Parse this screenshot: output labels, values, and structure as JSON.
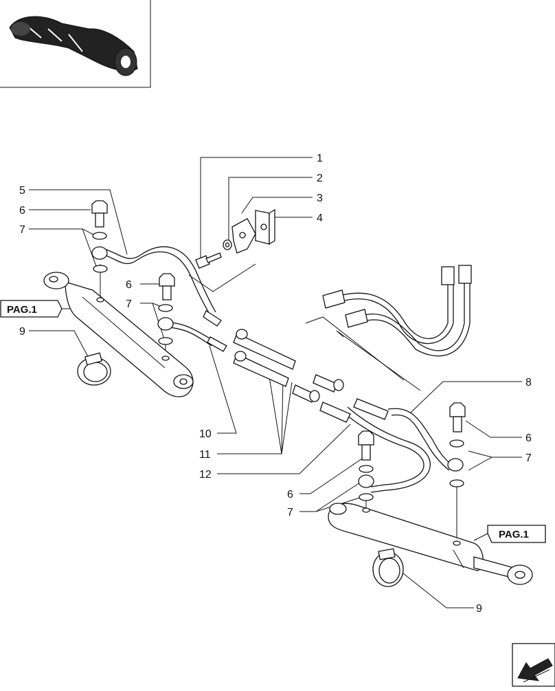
{
  "diagram": {
    "page_refs": [
      {
        "id": "pag-left",
        "label": "PAG.1"
      },
      {
        "id": "pag-right",
        "label": "PAG.1"
      }
    ],
    "callouts": [
      {
        "id": "c1",
        "label": "1"
      },
      {
        "id": "c2",
        "label": "2"
      },
      {
        "id": "c3",
        "label": "3"
      },
      {
        "id": "c4",
        "label": "4"
      },
      {
        "id": "c5",
        "label": "5"
      },
      {
        "id": "c6a",
        "label": "6"
      },
      {
        "id": "c7a",
        "label": "7"
      },
      {
        "id": "c6b",
        "label": "6"
      },
      {
        "id": "c7b",
        "label": "7"
      },
      {
        "id": "c9a",
        "label": "9"
      },
      {
        "id": "c10",
        "label": "10"
      },
      {
        "id": "c11",
        "label": "11"
      },
      {
        "id": "c12",
        "label": "12"
      },
      {
        "id": "c8",
        "label": "8"
      },
      {
        "id": "c6c",
        "label": "6"
      },
      {
        "id": "c7c",
        "label": "7"
      },
      {
        "id": "c6d",
        "label": "6"
      },
      {
        "id": "c7d",
        "label": "7"
      },
      {
        "id": "c9b",
        "label": "9"
      }
    ],
    "icons": {
      "thumbnail": "axle-assembly-icon",
      "nav": "page-turn-arrow-icon"
    }
  }
}
